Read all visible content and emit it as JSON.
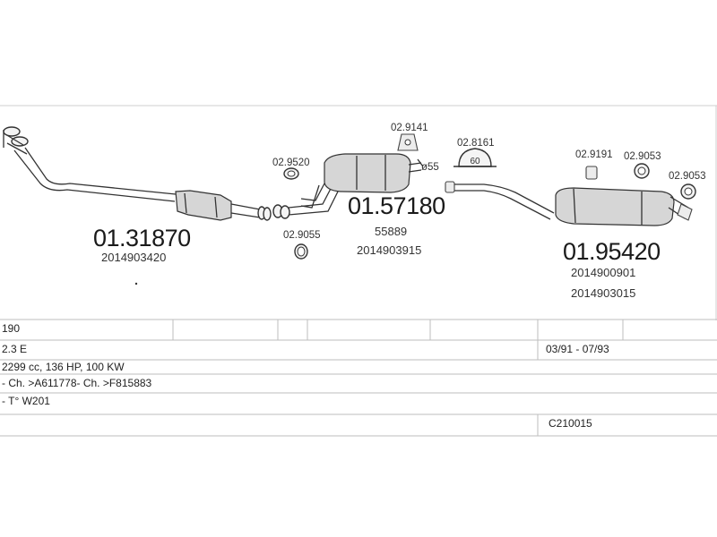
{
  "parts": {
    "p1": {
      "number": "01.31870",
      "ref": "2014903420"
    },
    "p2": {
      "number": "01.57180",
      "ref1": "55889",
      "ref2": "2014903915"
    },
    "p3": {
      "number": "01.95420",
      "ref1": "2014900901",
      "ref2": "2014903015"
    },
    "small": {
      "s9141": "02.9141",
      "s8161": "02.8161",
      "s9520": "02.9520",
      "s9055": "02.9055",
      "s9191": "02.9191",
      "s9053a": "02.9053",
      "s9053b": "02.9053",
      "diameter": "ø55",
      "clamp_label": "60"
    }
  },
  "table": {
    "model": "190",
    "engine": "2.3 E",
    "dates": "03/91 - 07/93",
    "spec": "2299 cc, 136 HP, 100 KW",
    "chassis": "- Ch. >A611778- Ch. >F815883",
    "type": "- T° W201",
    "code": "C210015"
  },
  "colors": {
    "line": "#333333",
    "grid": "#bdbdbd",
    "part_fill": "#d6d6d6"
  }
}
